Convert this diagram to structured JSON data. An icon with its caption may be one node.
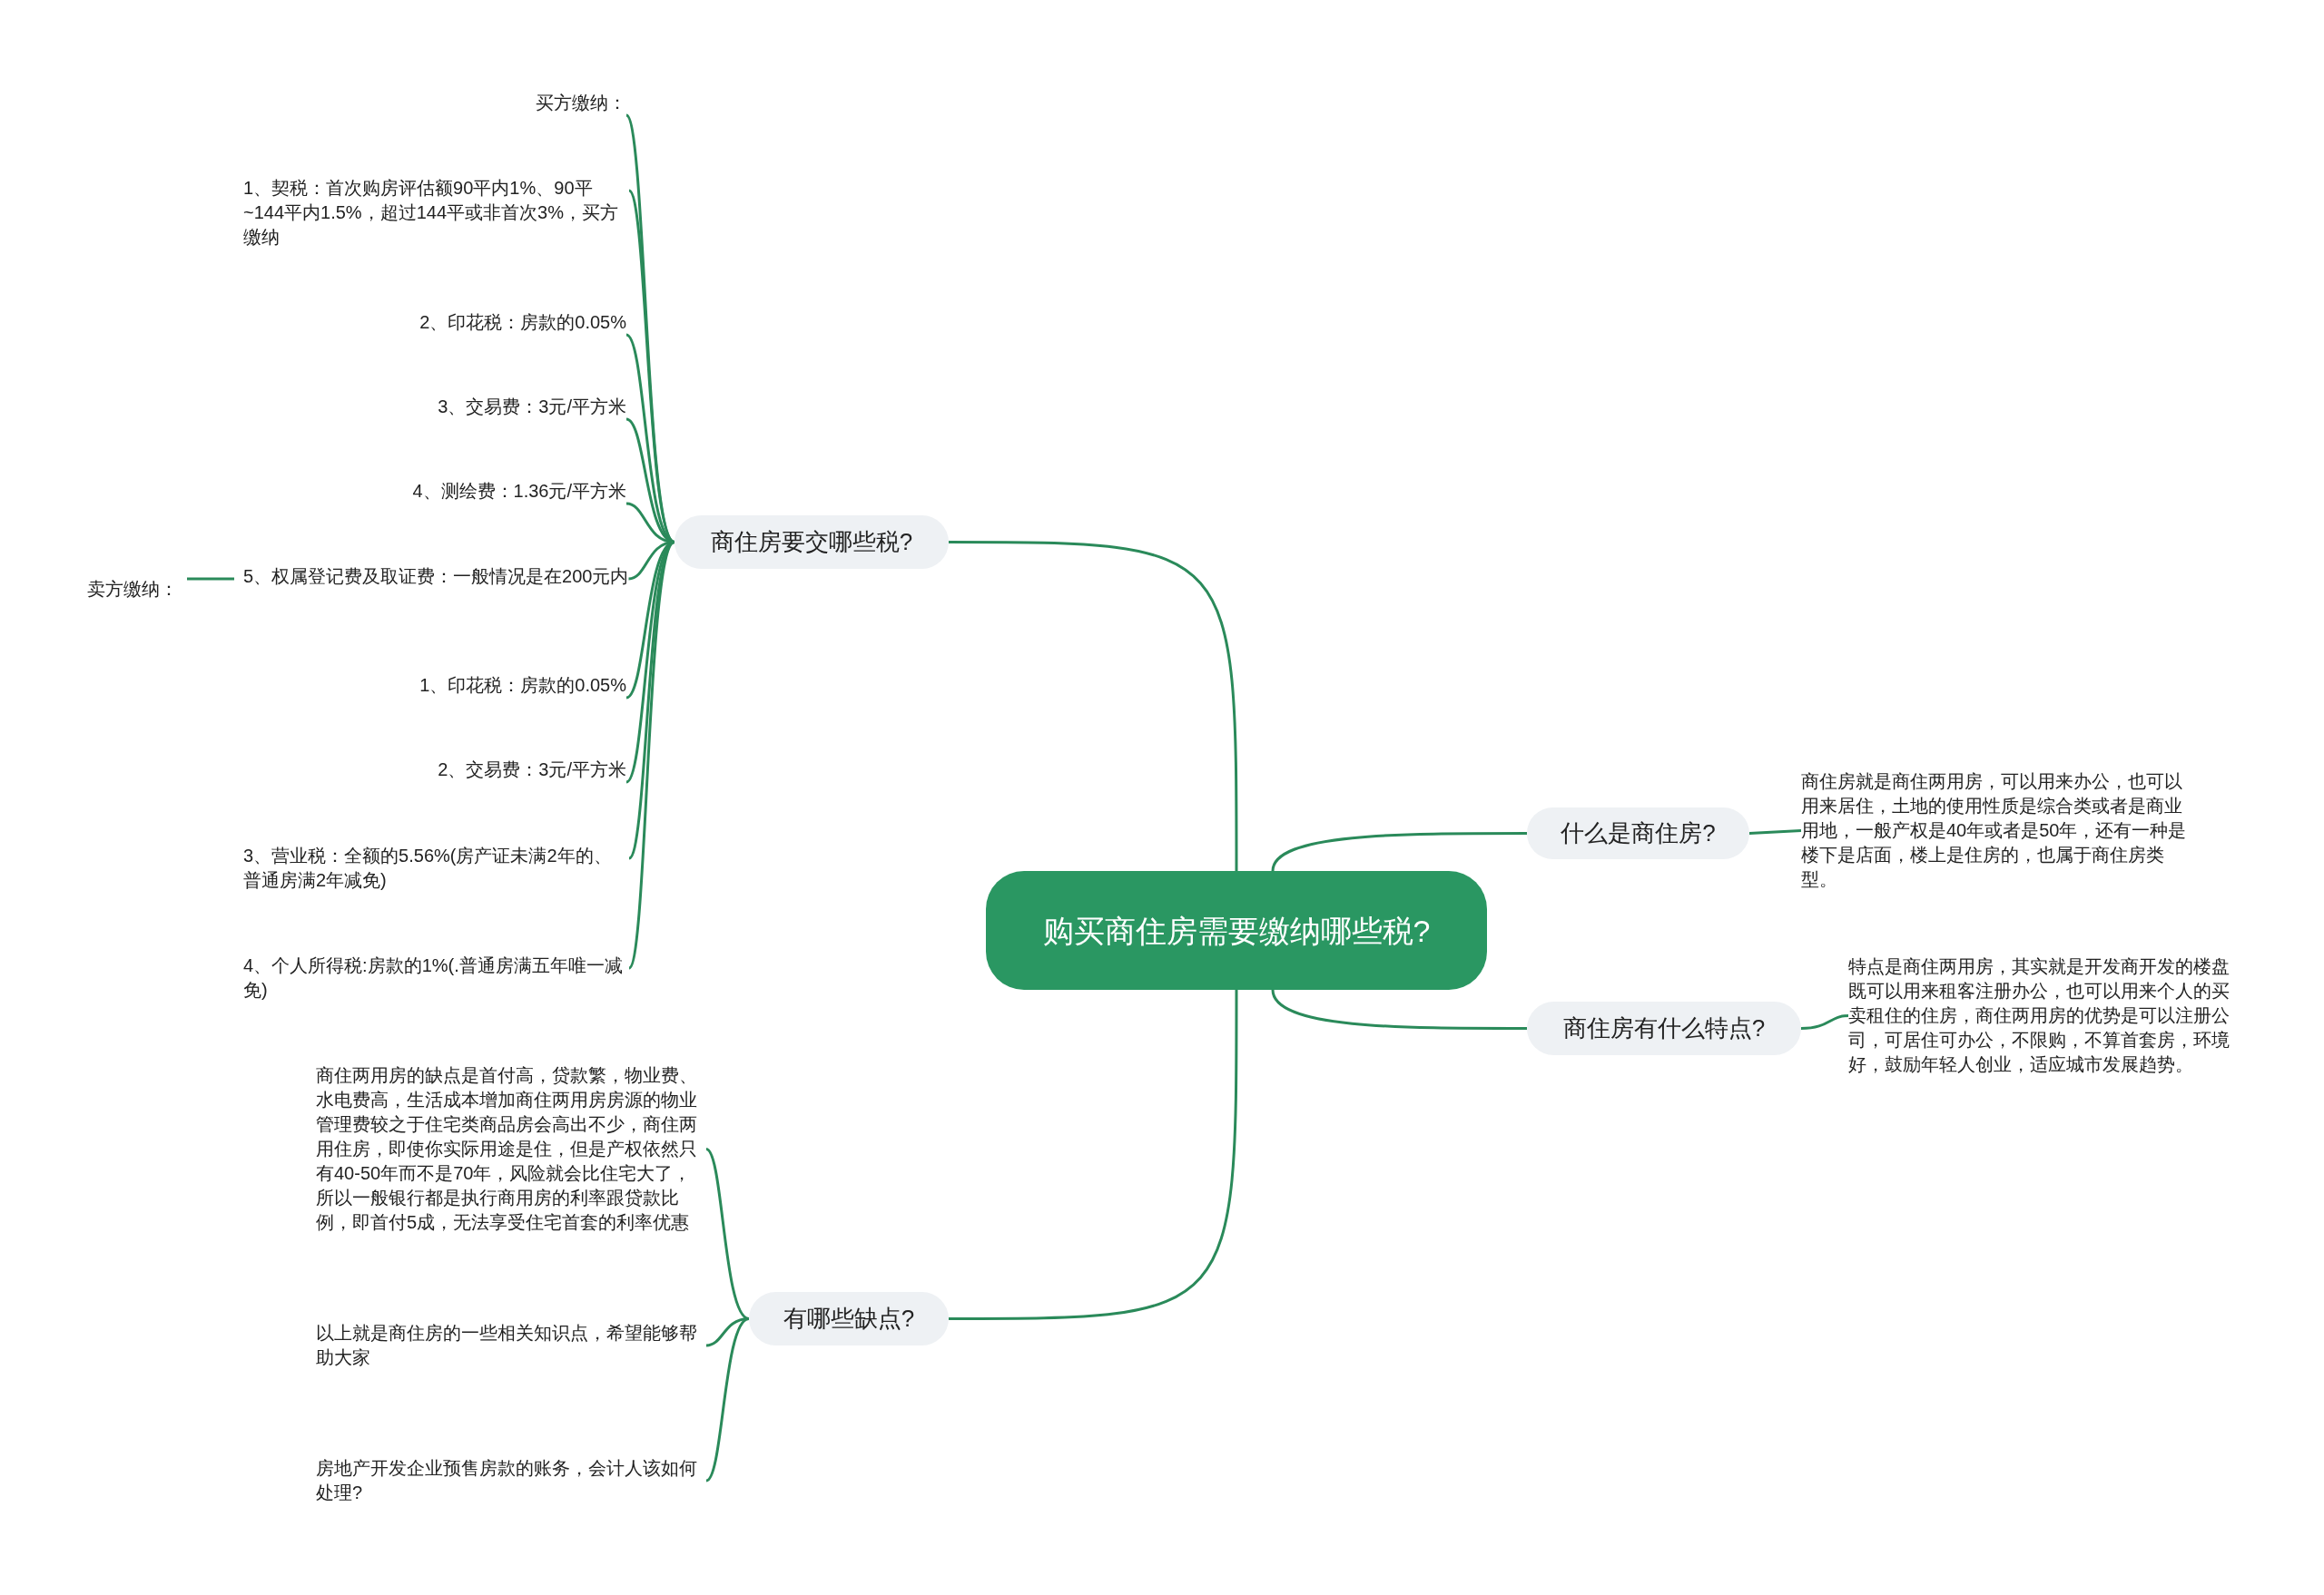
{
  "diagram": {
    "nodes": [
      {
        "text": [
          "购买商住房需要缴纳哪些税?"
        ]
      },
      {
        "text": [
          "商住房要交哪些税?"
        ]
      },
      {
        "text": [
          "买方缴纳："
        ]
      },
      {
        "text": [
          "1、契税：首次购房评估额90平内1%、90平~144平内1.5%，超过144平或非首次3%，买方缴纳"
        ]
      },
      {
        "text": [
          "2、印花税：房款的0.05%"
        ]
      },
      {
        "text": [
          "3、交易费：3元/平方米"
        ]
      },
      {
        "text": [
          "4、测绘费：1.36元/平方米"
        ]
      },
      {
        "text": [
          "5、权属登记费及取证费：一般情况是在200元内"
        ]
      },
      {
        "text": [
          "1、印花税：房款的0.05%"
        ]
      },
      {
        "text": [
          "2、交易费：3元/平方米"
        ]
      },
      {
        "text": [
          "3、营业税：全额的5.56%(房产证未满2年的、普通房满2年减免)"
        ]
      },
      {
        "text": [
          "4、个人所得税:房款的1%(.普通房满五年唯一减免)"
        ]
      },
      {
        "text": [
          "卖方缴纳："
        ]
      },
      {
        "text": [
          "什么是商住房?"
        ]
      },
      {
        "text": [
          "商住房就是商住两用房，可以用来办公，也可以用来居住，土地的使用性质是综合类或者是商业用地，一般产权是40年或者是50年，还有一种是楼下是店面，楼上是住房的，也属于商住房类型。"
        ]
      },
      {
        "text": [
          "商住房有什么特点?"
        ]
      },
      {
        "text": [
          "特点是商住两用房，其实就是开发商开发的楼盘既可以用来租客注册办公，也可以用来个人的买卖租住的住房，商住两用房的优势是可以注册公司，可居住可办公，不限购，不算首套房，环境好，鼓励年轻人创业，适应城市发展趋势。"
        ]
      },
      {
        "text": [
          "有哪些缺点?"
        ]
      },
      {
        "text": [
          "商住两用房的缺点是首付高，贷款繁，物业费、水电费高，生活成本增加商住两用房房源的物业管理费较之于住宅类商品房会高出不少，商住两用住房，即使你实际用途是住，但是产权依然只有40-50年而不是70年，风险就会比住宅大了，所以一般银行都是执行商用房的利率跟贷款比例，即首付5成，无法享受住宅首套的利率优惠"
        ]
      },
      {
        "text": [
          "以上就是商住房的一些相关知识点，希望能够帮助大家"
        ]
      },
      {
        "text": [
          "房地产开发企业预售房款的账务，会计人该如何处理?"
        ]
      }
    ],
    "edges": [
      {
        "from": 0,
        "to": 1,
        "arrow": "none"
      },
      {
        "from": 1,
        "to": 2,
        "arrow": "none"
      },
      {
        "from": 1,
        "to": 3,
        "arrow": "none"
      },
      {
        "from": 1,
        "to": 4,
        "arrow": "none"
      },
      {
        "from": 1,
        "to": 5,
        "arrow": "none"
      },
      {
        "from": 1,
        "to": 6,
        "arrow": "none"
      },
      {
        "from": 1,
        "to": 7,
        "arrow": "none"
      },
      {
        "from": 1,
        "to": 8,
        "arrow": "none"
      },
      {
        "from": 1,
        "to": 9,
        "arrow": "none"
      },
      {
        "from": 1,
        "to": 10,
        "arrow": "none"
      },
      {
        "from": 1,
        "to": 11,
        "arrow": "none"
      },
      {
        "from": 7,
        "to": 12,
        "arrow": "none"
      },
      {
        "from": 0,
        "to": 13,
        "arrow": "none"
      },
      {
        "from": 13,
        "to": 14,
        "arrow": "none"
      },
      {
        "from": 0,
        "to": 15,
        "arrow": "none"
      },
      {
        "from": 15,
        "to": 16,
        "arrow": "none"
      },
      {
        "from": 0,
        "to": 17,
        "arrow": "none"
      },
      {
        "from": 17,
        "to": 18,
        "arrow": "none"
      },
      {
        "from": 17,
        "to": 19,
        "arrow": "none"
      },
      {
        "from": 17,
        "to": 20,
        "arrow": "none"
      }
    ]
  }
}
